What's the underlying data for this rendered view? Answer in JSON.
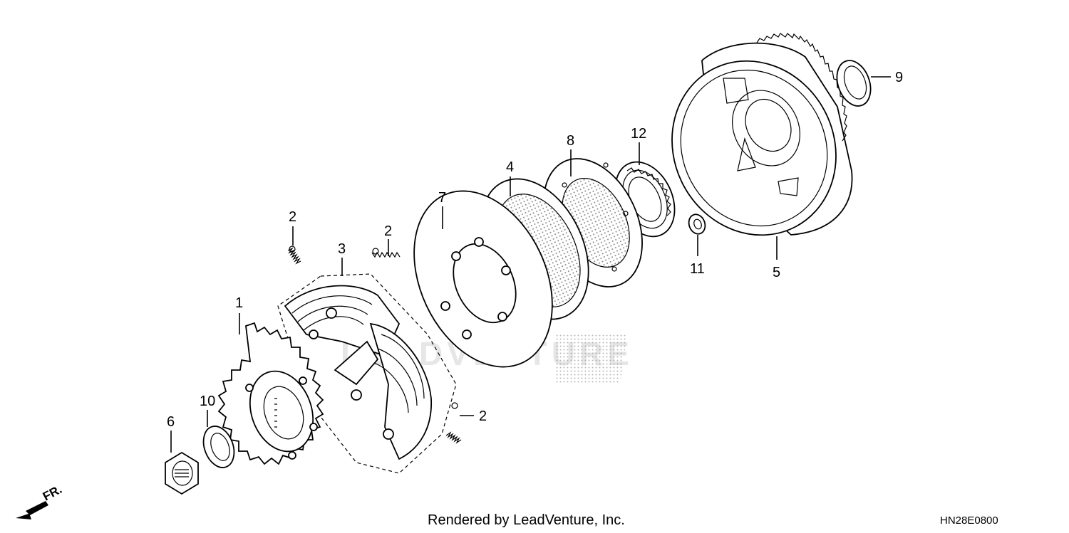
{
  "diagram": {
    "callouts": [
      {
        "id": "c1",
        "text": "1"
      },
      {
        "id": "c2a",
        "text": "2"
      },
      {
        "id": "c2b",
        "text": "2"
      },
      {
        "id": "c2c",
        "text": "2"
      },
      {
        "id": "c3",
        "text": "3"
      },
      {
        "id": "c4",
        "text": "4"
      },
      {
        "id": "c5",
        "text": "5"
      },
      {
        "id": "c6",
        "text": "6"
      },
      {
        "id": "c7",
        "text": "7"
      },
      {
        "id": "c8",
        "text": "8"
      },
      {
        "id": "c9",
        "text": "9"
      },
      {
        "id": "c10",
        "text": "10"
      },
      {
        "id": "c11",
        "text": "11"
      },
      {
        "id": "c12",
        "text": "12"
      }
    ],
    "direction_label": "FR.",
    "watermark": "LEADVENTURE",
    "footer_text": "Rendered by LeadVenture, Inc.",
    "diagram_code": "HN28E0800"
  },
  "colors": {
    "line": "#000000",
    "background": "#ffffff",
    "stipple": "#888888",
    "watermark": "#e6e6e6"
  }
}
